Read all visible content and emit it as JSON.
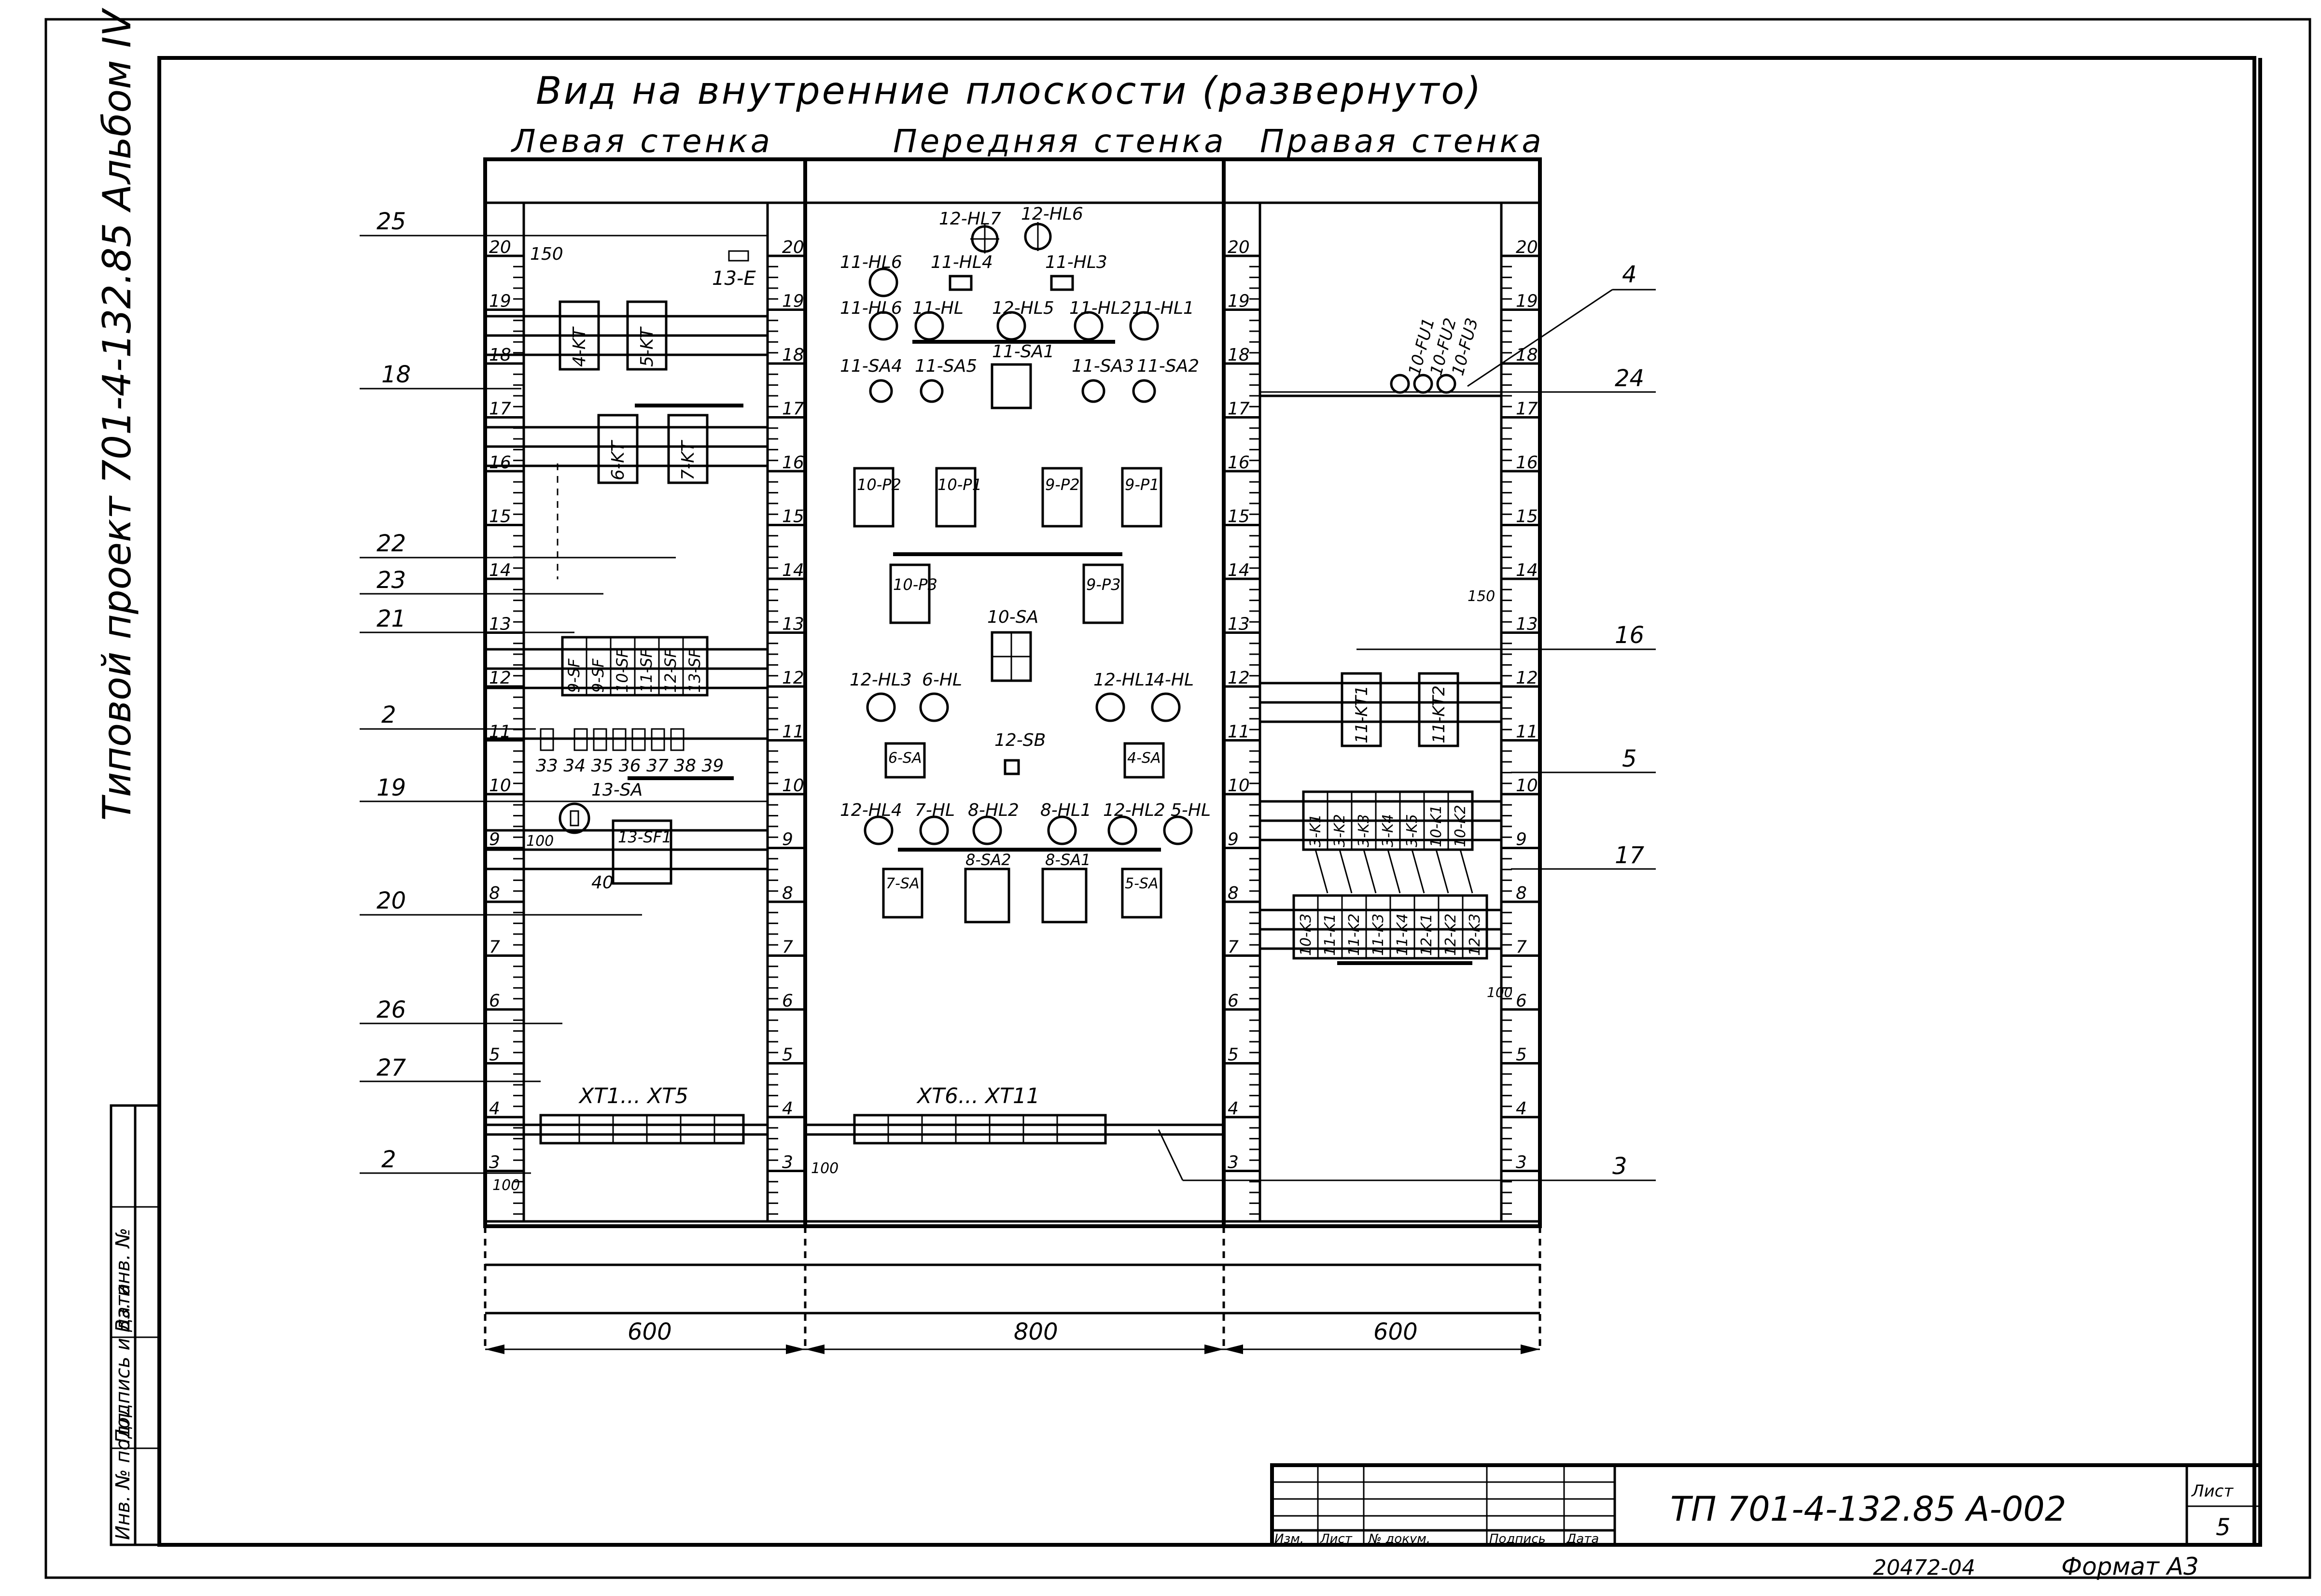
{
  "side_title": "Типовой проект 701-4-132.85 Альбом IV",
  "main_title": "Вид на внутренние плоскости (развернуто)",
  "walls": {
    "left": "Левая стенка",
    "front": "Передняя стенка",
    "right": "Правая стенка"
  },
  "dimensions": {
    "left": "600",
    "front": "800",
    "right": "600"
  },
  "scale_numbers": [
    "20",
    "19",
    "18",
    "17",
    "16",
    "15",
    "14",
    "13",
    "12",
    "11",
    "10",
    "9",
    "8",
    "7",
    "6",
    "5",
    "4",
    "3"
  ],
  "callouts": {
    "c25": "25",
    "c18a": "18",
    "c22": "22",
    "c23": "23",
    "c21": "21",
    "c2a": "2",
    "c19": "19",
    "c20": "20",
    "c26": "26",
    "c27": "27",
    "c2b": "2",
    "c4": "4",
    "c24": "24",
    "c16": "16",
    "c5": "5",
    "c17": "17",
    "c3": "3"
  },
  "left_wall": {
    "e13": "13-E",
    "dim150": "150",
    "kt4": "4-KT",
    "kt5": "5-KT",
    "kt6": "6-KT",
    "kt7": "7-KT",
    "sf": [
      "9-SF",
      "9-SF",
      "10-SF",
      "11-SF",
      "12-SF",
      "13-SF"
    ],
    "terminals": "33 34 35 36 37 38 39",
    "sa13": "13-SA",
    "dim100": "100",
    "sf1": "13-SF1",
    "n40": "40",
    "xt": "XT1... XT5",
    "dim100b": "100"
  },
  "front_wall": {
    "hl7": "12-HL7",
    "hl6top": "12-HL6",
    "r1": [
      "11-HL6",
      "11-HL4",
      "11-HL3"
    ],
    "r2": [
      "11-HL6",
      "11-HL",
      "12-HL5",
      "11-HL2",
      "11-HL1"
    ],
    "r3": [
      "11-SA4",
      "11-SA5",
      "11-SA1",
      "11-SA3",
      "11-SA2"
    ],
    "relays1": [
      "10-P2",
      "10-P1",
      "9-P2",
      "9-P1"
    ],
    "relays2": [
      "10-P3",
      "9-P3"
    ],
    "sa10": "10-SA",
    "r4": [
      "12-HL3",
      "6-HL",
      "12-HL1",
      "4-HL"
    ],
    "sa6": "6-SA",
    "sb12": "12-SB",
    "sa4": "4-SA",
    "r5": [
      "12-HL4",
      "7-HL",
      "8-HL2",
      "8-HL1",
      "12-HL2",
      "5-HL"
    ],
    "sa7": "7-SA",
    "sa8_2": "8-SA2",
    "sa8_1": "8-SA1",
    "sa5": "5-SA",
    "xt": "XT6... XT11",
    "dim100": "100"
  },
  "right_wall": {
    "fu": [
      "10-FU1",
      "10-FU2",
      "10-FU3"
    ],
    "dim150": "150",
    "kt1": "11-KT1",
    "kt2": "11-KT2",
    "k_top": [
      "3-K1",
      "3-K2",
      "3-K3",
      "3-K4",
      "3-K5",
      "10-K1",
      "10-K2"
    ],
    "k_bot": [
      "10-K3",
      "11-K1",
      "11-K2",
      "11-K3",
      "11-K4",
      "12-K1",
      "12-K2",
      "12-K3"
    ],
    "dim100": "100"
  },
  "side_stamps": [
    "Инв. № подл.",
    "Подпись и дата",
    "Вз. инв. №"
  ],
  "title_block": {
    "headers": [
      "Изм.",
      "Лист",
      "№ докум.",
      "Подпись",
      "Дата"
    ],
    "code": "ТП 701-4-132.85  А-002",
    "sheet_label": "Лист",
    "sheet_no": "5",
    "archive": "20472-04",
    "format": "Формат А3"
  }
}
